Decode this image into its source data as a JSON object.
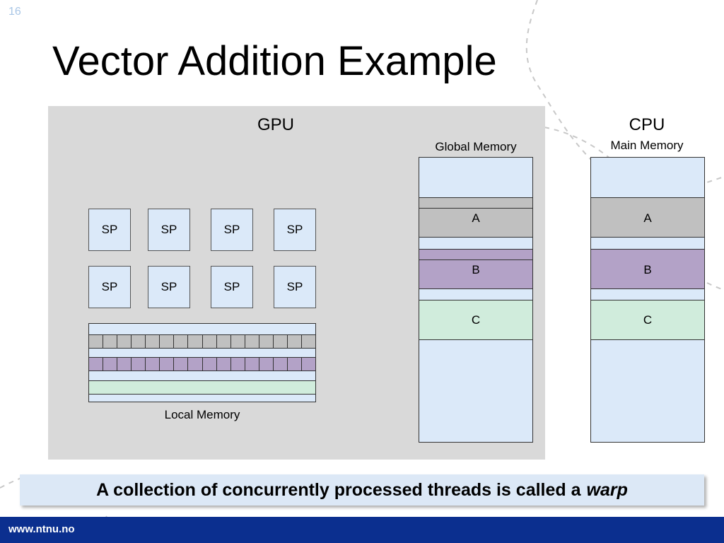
{
  "slide_number": "16",
  "title": "Vector Addition Example",
  "gpu": {
    "label": "GPU",
    "sp_units": [
      "SP",
      "SP",
      "SP",
      "SP",
      "SP",
      "SP",
      "SP",
      "SP"
    ],
    "global_memory": {
      "label": "Global Memory",
      "blocks": [
        "A",
        "B",
        "C"
      ]
    },
    "local_memory": {
      "label": "Local Memory",
      "cells_per_row": 16
    }
  },
  "cpu": {
    "label": "CPU",
    "main_memory": {
      "label": "Main Memory",
      "blocks": [
        "A",
        "B",
        "C"
      ]
    }
  },
  "note": {
    "text": "A collection of concurrently processed threads is called a",
    "emphasis": "warp"
  },
  "footer": {
    "url": "www.ntnu.no"
  },
  "colors": {
    "memory_fill": "#dbe9f9",
    "block_a": "#c0c0c0",
    "block_b": "#b3a2c7",
    "block_c": "#d0ecdc",
    "panel": "#d9d9d9",
    "footer": "#0b2f8f"
  }
}
